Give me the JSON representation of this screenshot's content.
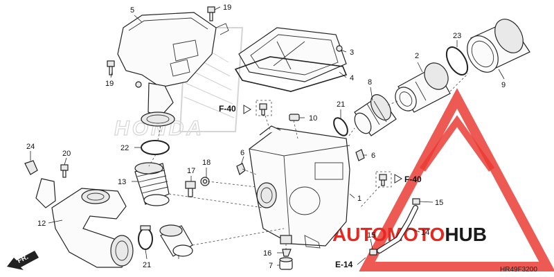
{
  "callouts": {
    "c1": "1",
    "c2": "2",
    "c3": "3",
    "c4": "4",
    "c5": "5",
    "c6a": "6",
    "c6b": "6",
    "c7": "7",
    "c8": "8",
    "c9": "9",
    "c10": "10",
    "c12": "12",
    "c13": "13",
    "c14": "14",
    "c15": "15",
    "c15b": "15",
    "c16": "16",
    "c17": "17",
    "c18": "18",
    "c19a": "19",
    "c19b": "19",
    "c20": "20",
    "c21a": "21",
    "c21b": "21",
    "c22": "22",
    "c23": "23",
    "c24": "24"
  },
  "references": {
    "f40_left": "F-40",
    "f40_right": "F-40",
    "e14": "E-14"
  },
  "front_arrow": "FR.",
  "diagram_code": "HR49F3200",
  "background_logo": "HONDA",
  "watermark": {
    "part1": "AUTOMOTO",
    "part2": "HUB",
    "color": "#e8271f",
    "dark": "#1a1a1a"
  }
}
